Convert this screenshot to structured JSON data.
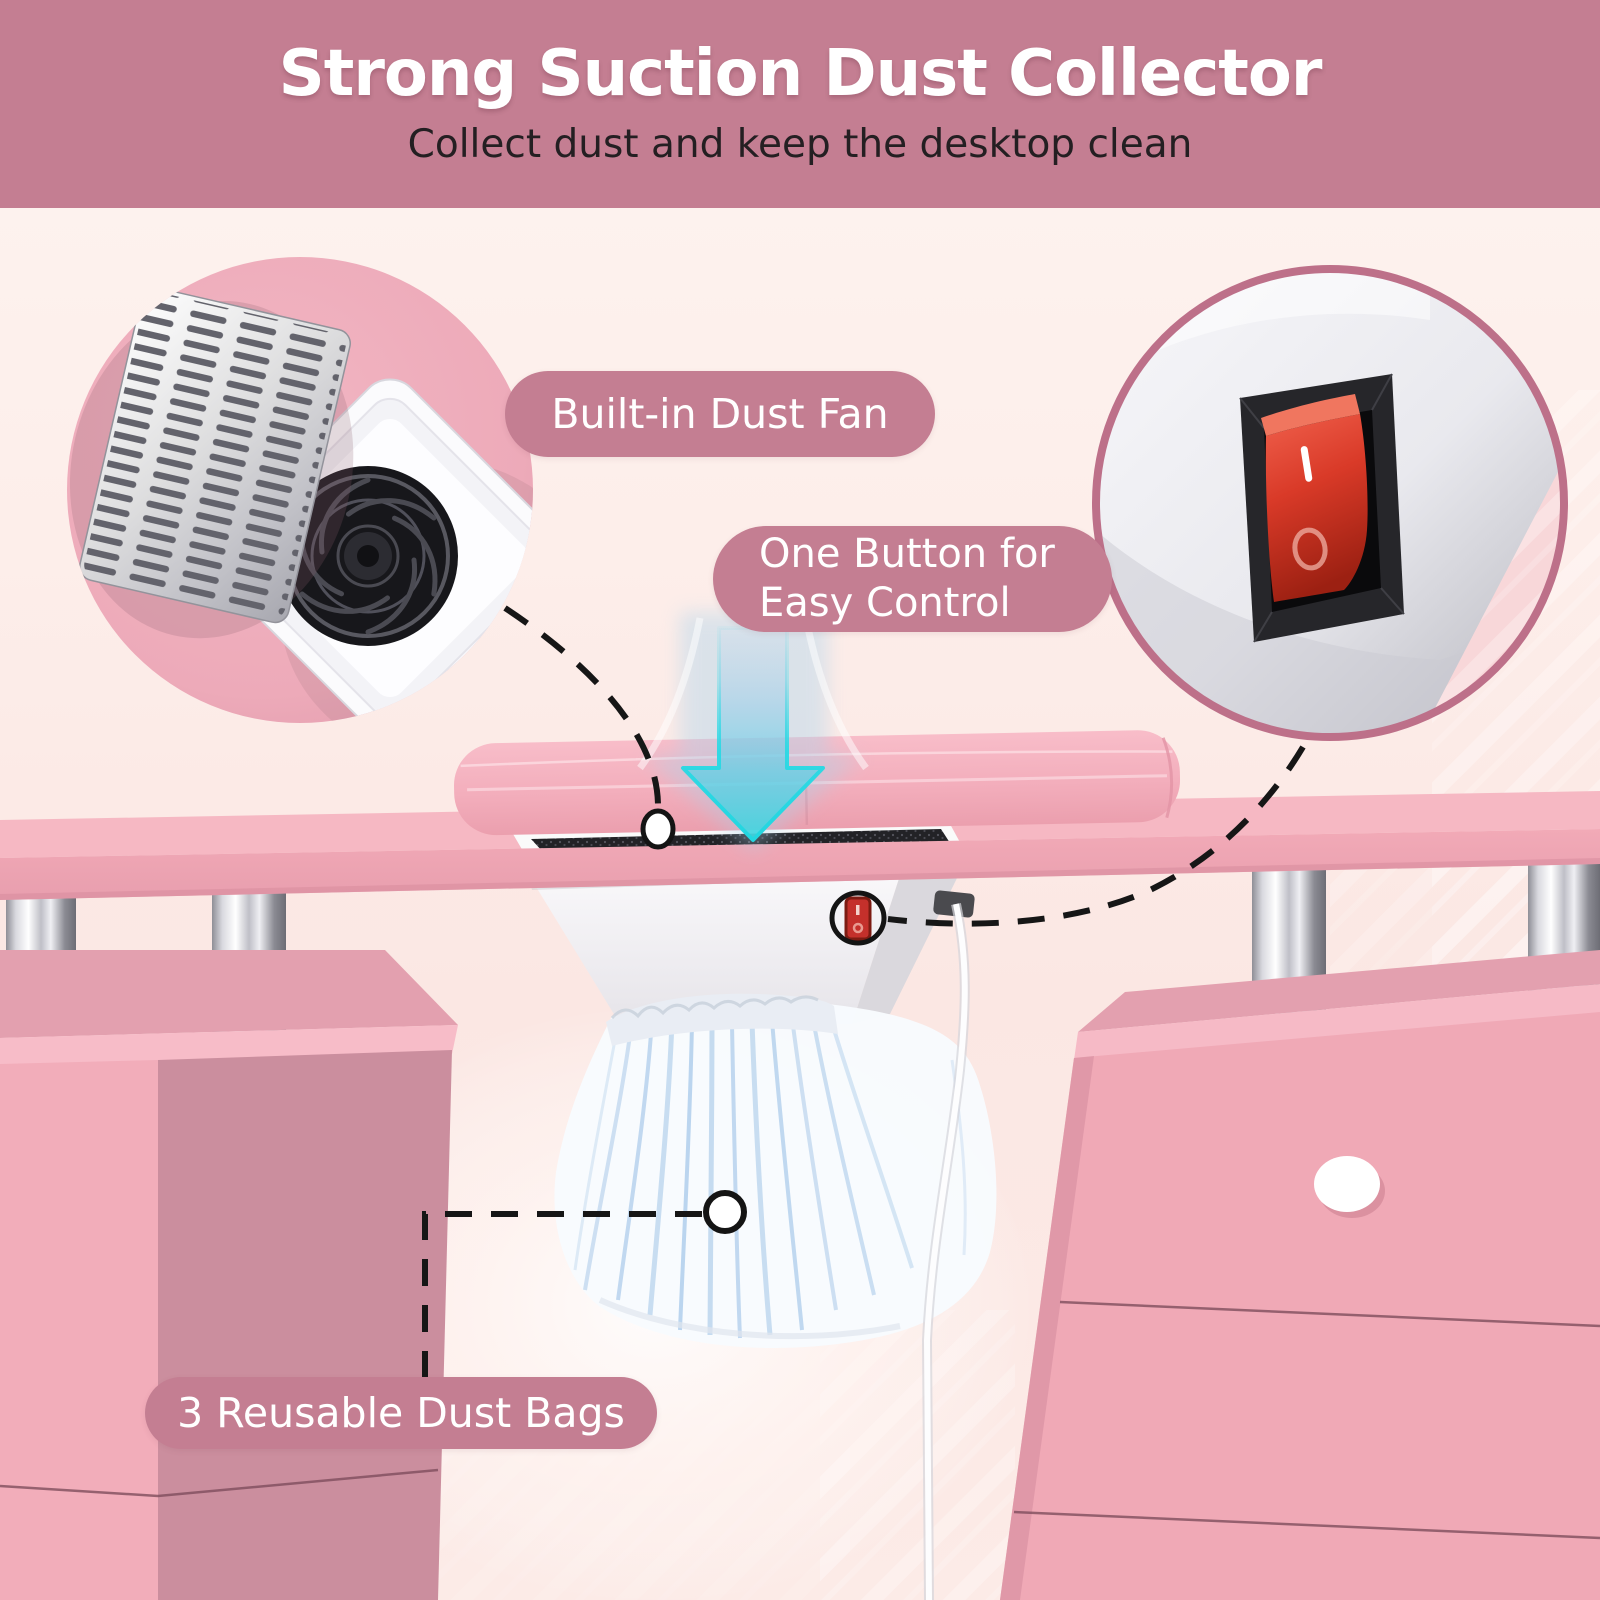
{
  "header": {
    "title": "Strong Suction Dust Collector",
    "subtitle": "Collect dust and keep the desktop clean"
  },
  "callouts": {
    "dust_fan_label": "Built-in Dust Fan",
    "easy_control_label_line1": "One Button for",
    "easy_control_label_line2": "Easy Control",
    "dust_bags_label": "3 Reusable Dust Bags"
  },
  "power_switch": {
    "on_mark": "I",
    "off_mark": "O"
  },
  "colors": {
    "accent_mauve": "#c47e92",
    "circle_ring": "#bd7089",
    "background_cream": "#fdf2ee",
    "background_blush": "#fbe6e2",
    "product_pink": "#f2adba",
    "cabinet_side_pink": "#cb8e9e",
    "arrow_cyan": "#2bd9e4",
    "switch_red": "#d93a28",
    "dashed_line": "#161616",
    "bag_white": "#f8fbfe"
  }
}
